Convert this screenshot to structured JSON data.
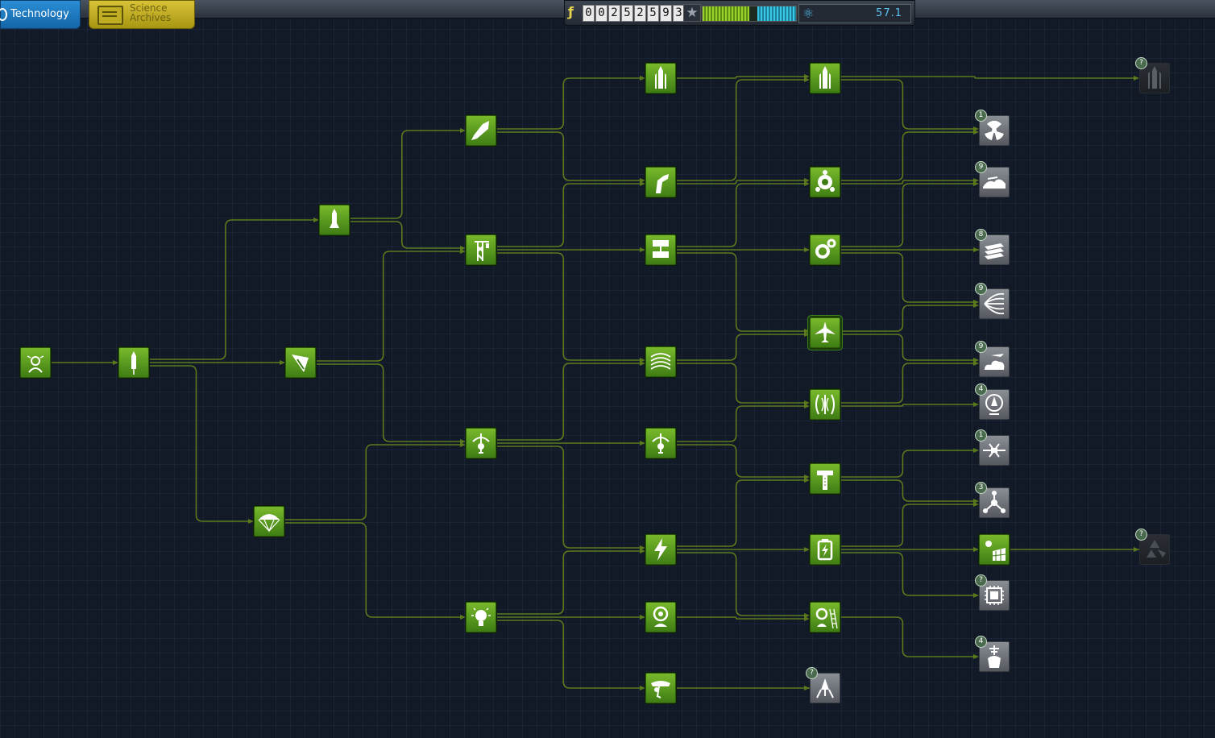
{
  "tabs": {
    "technology": "Technology",
    "science_archives": "Science Archives"
  },
  "status": {
    "funds_digits": [
      "0",
      "0",
      "2",
      "5",
      "2",
      "5",
      "9",
      "3"
    ],
    "reputation_fraction": 0.5,
    "science": "57.1"
  },
  "colors": {
    "researched": "#5a9a1e",
    "available": "#707479",
    "link": "#5b7a1c"
  },
  "nodes": [
    {
      "id": "start",
      "icon": "astronaut-icon",
      "state": "researched"
    },
    {
      "id": "basic-rocketry",
      "icon": "small-rocket-icon",
      "state": "researched"
    },
    {
      "id": "general-rocketry",
      "icon": "rocket-icon",
      "state": "researched"
    },
    {
      "id": "stability",
      "icon": "fin-icon",
      "state": "researched"
    },
    {
      "id": "survivability",
      "icon": "parachute-icon",
      "state": "researched"
    },
    {
      "id": "advanced-rocketry",
      "icon": "rocket-launch-icon",
      "state": "researched"
    },
    {
      "id": "general-construction",
      "icon": "crane-icon",
      "state": "researched"
    },
    {
      "id": "flight-control",
      "icon": "capsule-control-icon",
      "state": "researched"
    },
    {
      "id": "basic-science",
      "icon": "lightbulb-icon",
      "state": "researched"
    },
    {
      "id": "heavy-rocketry",
      "icon": "heavy-rocket-icon",
      "state": "researched"
    },
    {
      "id": "fuel-systems",
      "icon": "fuel-nozzle-icon",
      "state": "researched"
    },
    {
      "id": "advanced-construction",
      "icon": "structure-icon",
      "state": "researched"
    },
    {
      "id": "aerodynamics",
      "icon": "aero-wing-icon",
      "state": "researched"
    },
    {
      "id": "advanced-flight-control",
      "icon": "capsule-control-icon",
      "state": "researched"
    },
    {
      "id": "electrics",
      "icon": "lightning-icon",
      "state": "researched"
    },
    {
      "id": "space-exploration",
      "icon": "astronaut-head-icon",
      "state": "researched"
    },
    {
      "id": "landing",
      "icon": "landing-leg-icon",
      "state": "researched"
    },
    {
      "id": "heavier-rocketry",
      "icon": "heavy-rocket-icon",
      "state": "researched"
    },
    {
      "id": "advanced-fuel-systems",
      "icon": "fuel-tank-icon",
      "state": "researched"
    },
    {
      "id": "specialized-construction",
      "icon": "gear-icon",
      "state": "researched"
    },
    {
      "id": "supersonic-flight",
      "icon": "plane-icon",
      "state": "researched"
    },
    {
      "id": "specialized-control",
      "icon": "gyro-icon",
      "state": "researched"
    },
    {
      "id": "actuators",
      "icon": "ruler-icon",
      "state": "researched"
    },
    {
      "id": "advanced-electrics",
      "icon": "battery-icon",
      "state": "researched"
    },
    {
      "id": "advanced-exploration",
      "icon": "ladder-astronaut-icon",
      "state": "researched"
    },
    {
      "id": "advanced-landing",
      "icon": "lander-icon",
      "state": "available",
      "cost": "?"
    },
    {
      "id": "very-heavy-rocketry",
      "icon": "super-heavy-rocket-icon",
      "state": "locked",
      "cost": "?"
    },
    {
      "id": "nuclear-propulsion",
      "icon": "radiation-icon",
      "state": "available",
      "cost": "1"
    },
    {
      "id": "high-altitude-flight",
      "icon": "high-altitude-icon",
      "state": "available",
      "cost": "9"
    },
    {
      "id": "composites",
      "icon": "composite-panels-icon",
      "state": "available",
      "cost": "8"
    },
    {
      "id": "aviation",
      "icon": "intake-icon",
      "state": "available",
      "cost": "9"
    },
    {
      "id": "aerospace-tech",
      "icon": "cloud-plane-icon",
      "state": "available",
      "cost": "9"
    },
    {
      "id": "command-modules",
      "icon": "command-pod-icon",
      "state": "available",
      "cost": "4"
    },
    {
      "id": "precision-engineering",
      "icon": "docking-icon",
      "state": "available",
      "cost": "1"
    },
    {
      "id": "field-science",
      "icon": "molecule-icon",
      "state": "available",
      "cost": "3"
    },
    {
      "id": "advanced-solar",
      "icon": "solar-panel-icon",
      "state": "researched"
    },
    {
      "id": "unmanned-tech",
      "icon": "chip-icon",
      "state": "available",
      "cost": "?"
    },
    {
      "id": "electronics",
      "icon": "probe-icon",
      "state": "available",
      "cost": "4"
    },
    {
      "id": "nuclear-power",
      "icon": "recycle-icon",
      "state": "locked",
      "cost": "?"
    }
  ],
  "links": [
    [
      "start",
      "basic-rocketry"
    ],
    [
      "basic-rocketry",
      "general-rocketry"
    ],
    [
      "basic-rocketry",
      "stability"
    ],
    [
      "basic-rocketry",
      "survivability"
    ],
    [
      "general-rocketry",
      "advanced-rocketry"
    ],
    [
      "general-rocketry",
      "general-construction"
    ],
    [
      "stability",
      "general-construction"
    ],
    [
      "stability",
      "flight-control"
    ],
    [
      "survivability",
      "flight-control"
    ],
    [
      "survivability",
      "basic-science"
    ],
    [
      "advanced-rocketry",
      "heavy-rocketry"
    ],
    [
      "advanced-rocketry",
      "fuel-systems"
    ],
    [
      "general-construction",
      "fuel-systems"
    ],
    [
      "general-construction",
      "advanced-construction"
    ],
    [
      "general-construction",
      "aerodynamics"
    ],
    [
      "flight-control",
      "aerodynamics"
    ],
    [
      "flight-control",
      "advanced-flight-control"
    ],
    [
      "flight-control",
      "electrics"
    ],
    [
      "basic-science",
      "electrics"
    ],
    [
      "basic-science",
      "space-exploration"
    ],
    [
      "basic-science",
      "landing"
    ],
    [
      "heavy-rocketry",
      "heavier-rocketry"
    ],
    [
      "fuel-systems",
      "heavier-rocketry"
    ],
    [
      "fuel-systems",
      "advanced-fuel-systems"
    ],
    [
      "advanced-construction",
      "advanced-fuel-systems"
    ],
    [
      "advanced-construction",
      "specialized-construction"
    ],
    [
      "advanced-construction",
      "supersonic-flight"
    ],
    [
      "aerodynamics",
      "supersonic-flight"
    ],
    [
      "aerodynamics",
      "specialized-control"
    ],
    [
      "advanced-flight-control",
      "specialized-control"
    ],
    [
      "advanced-flight-control",
      "actuators"
    ],
    [
      "electrics",
      "actuators"
    ],
    [
      "electrics",
      "advanced-electrics"
    ],
    [
      "electrics",
      "advanced-exploration"
    ],
    [
      "space-exploration",
      "advanced-exploration"
    ],
    [
      "landing",
      "advanced-landing"
    ],
    [
      "heavier-rocketry",
      "very-heavy-rocketry"
    ],
    [
      "heavier-rocketry",
      "nuclear-propulsion"
    ],
    [
      "advanced-fuel-systems",
      "nuclear-propulsion"
    ],
    [
      "advanced-fuel-systems",
      "high-altitude-flight"
    ],
    [
      "specialized-construction",
      "high-altitude-flight"
    ],
    [
      "specialized-construction",
      "composites"
    ],
    [
      "specialized-construction",
      "aviation"
    ],
    [
      "supersonic-flight",
      "aviation"
    ],
    [
      "supersonic-flight",
      "aerospace-tech"
    ],
    [
      "specialized-control",
      "aerospace-tech"
    ],
    [
      "specialized-control",
      "command-modules"
    ],
    [
      "actuators",
      "precision-engineering"
    ],
    [
      "actuators",
      "field-science"
    ],
    [
      "advanced-electrics",
      "field-science"
    ],
    [
      "advanced-electrics",
      "advanced-solar"
    ],
    [
      "advanced-electrics",
      "unmanned-tech"
    ],
    [
      "advanced-exploration",
      "electronics"
    ],
    [
      "advanced-solar",
      "nuclear-power"
    ]
  ]
}
